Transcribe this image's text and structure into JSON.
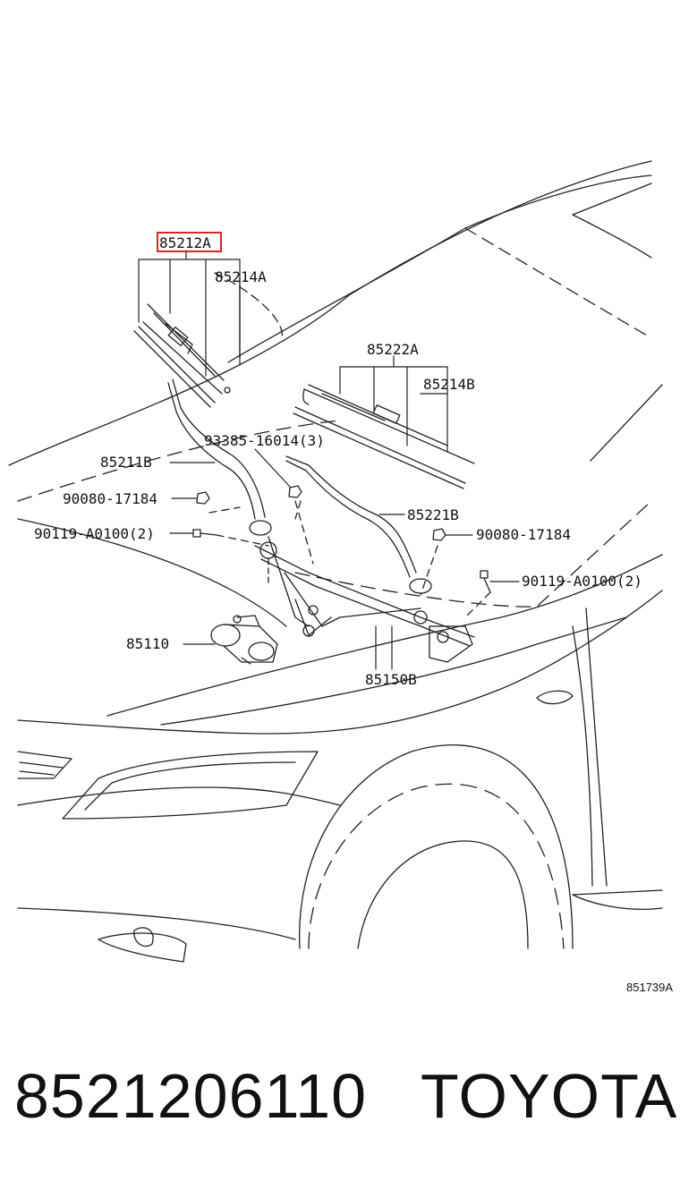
{
  "diagram": {
    "callouts": [
      {
        "id": "c-85212a",
        "label": "85212A",
        "highlighted": true
      },
      {
        "id": "c-85214a",
        "label": "85214A"
      },
      {
        "id": "c-85222a",
        "label": "85222A"
      },
      {
        "id": "c-85214b",
        "label": "85214B"
      },
      {
        "id": "c-93385",
        "label": "93385-16014(3)"
      },
      {
        "id": "c-85211b",
        "label": "85211B"
      },
      {
        "id": "c-90080-left",
        "label": "90080-17184"
      },
      {
        "id": "c-85221b",
        "label": "85221B"
      },
      {
        "id": "c-90119-left",
        "label": "90119-A0100(2)"
      },
      {
        "id": "c-90080-right",
        "label": "90080-17184"
      },
      {
        "id": "c-90119-right",
        "label": "90119-A0100(2)"
      },
      {
        "id": "c-85110",
        "label": "85110"
      },
      {
        "id": "c-85150b",
        "label": "85150B"
      }
    ],
    "drawing_number": "851739A",
    "highlight_color": "#d62828"
  },
  "footer": {
    "part_number": "8521206110",
    "brand": "TOYOTA"
  }
}
